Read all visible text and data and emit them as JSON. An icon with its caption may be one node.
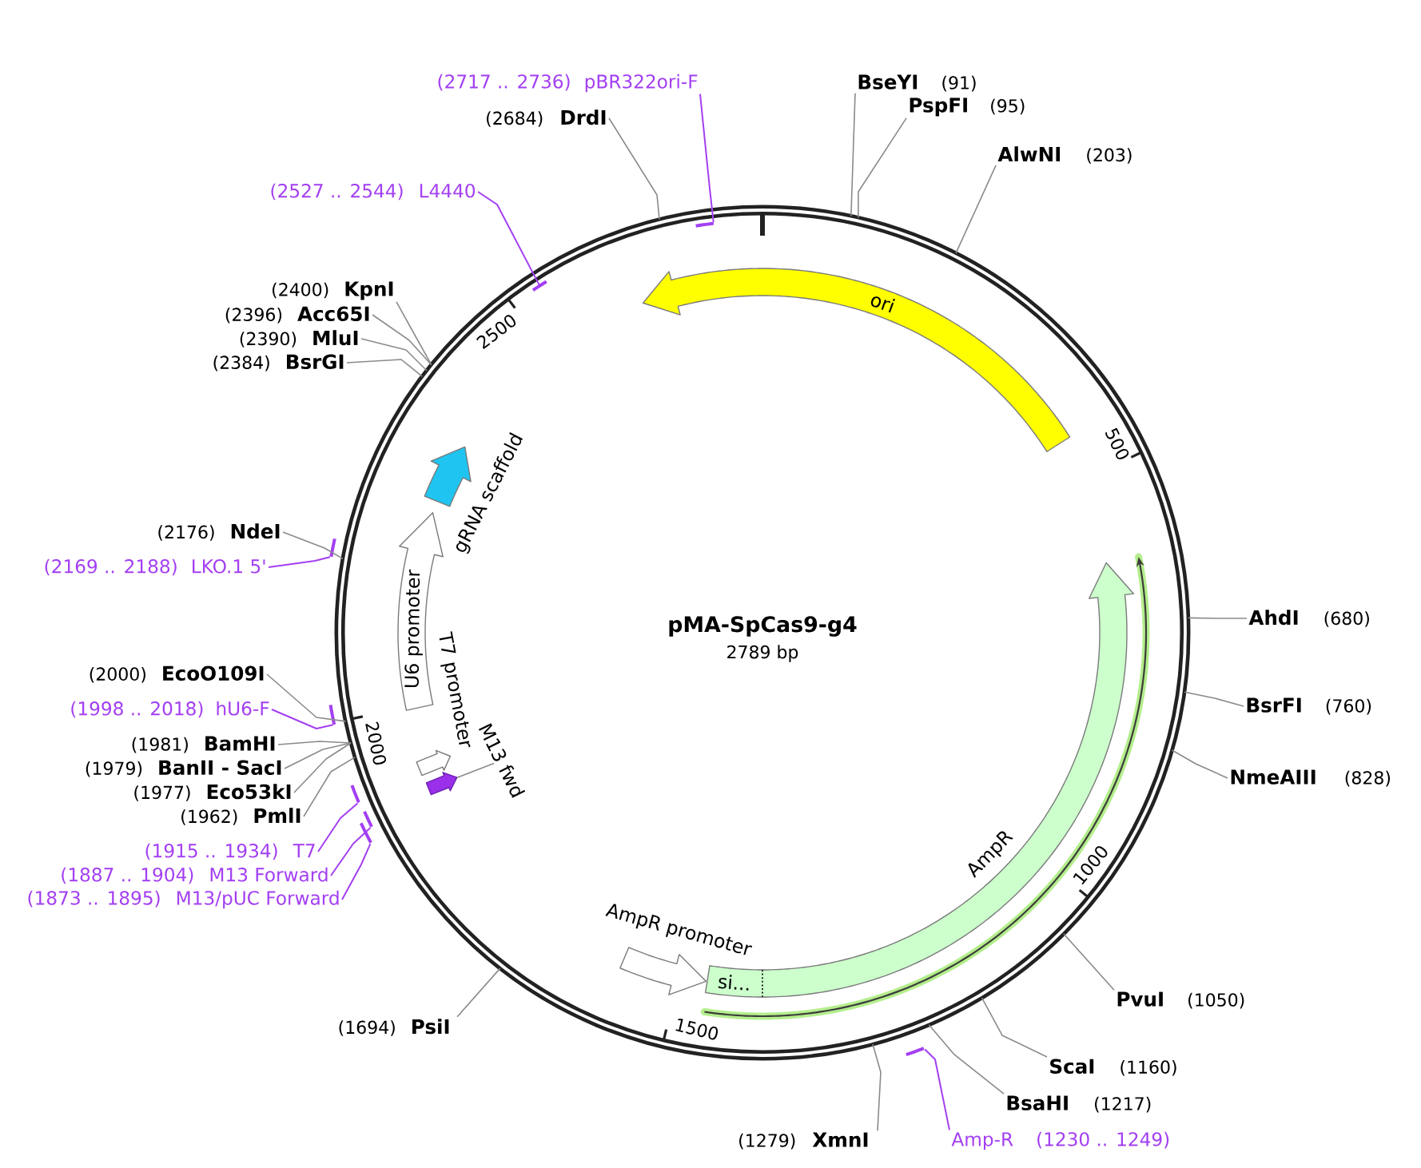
{
  "diagram": {
    "title": "pMA-SpCas9-g4",
    "nodes": [
      {
        "text": [],
        "shape": "circle"
      },
      {
        "text": [
          "ori"
        ],
        "in": 0
      },
      {
        "text": [
          "AmpR"
        ],
        "in": 0
      },
      {
        "text": [
          "si..."
        ],
        "in": 2
      },
      {
        "text": [
          "AmpR promoter"
        ],
        "in": 0
      },
      {
        "text": [
          "U6 promoter"
        ],
        "in": 0
      },
      {
        "text": [
          "gRNA scaffold"
        ],
        "in": 0
      },
      {
        "text": [
          "T7 promoter"
        ],
        "in": 0
      },
      {
        "text": [],
        "shape": "arrow",
        "in": 0
      },
      {
        "text": [
          "M13 fwd"
        ],
        "in": 0
      },
      {
        "text": [
          "BseYI",
          "(91)"
        ]
      },
      {
        "text": [
          "PspFI",
          "(95)"
        ]
      },
      {
        "text": [
          "AlwNI",
          "(203)"
        ]
      },
      {
        "text": [
          "AhdI",
          "(680)"
        ]
      },
      {
        "text": [
          "BsrFI",
          "(760)"
        ]
      },
      {
        "text": [
          "NmeAIII",
          "(828)"
        ]
      },
      {
        "text": [
          "PvuI",
          "(1050)"
        ]
      },
      {
        "text": [
          "ScaI",
          "(1160)"
        ]
      },
      {
        "text": [
          "BsaHI",
          "(1217)"
        ]
      },
      {
        "text": [
          "Amp-R",
          "(1230 .. 1249)"
        ]
      },
      {
        "text": [],
        "shape": "bar",
        "in": 0
      },
      {
        "text": [
          "(1279)",
          "XmnI"
        ]
      },
      {
        "text": [
          "(1694)",
          "PsiI"
        ]
      },
      {
        "text": [
          "(1873 .. 1895)",
          "M13/pUC Forward"
        ]
      },
      {
        "text": [],
        "shape": "bar",
        "in": 0
      },
      {
        "text": [
          "(1887 .. 1904)",
          "M13 Forward"
        ]
      },
      {
        "text": [],
        "shape": "bar"
      },
      {
        "text": [
          "(1915 .. 1934)",
          "T7"
        ]
      },
      {
        "text": [],
        "shape": "bar"
      },
      {
        "text": [
          "(1962)",
          "PmlI"
        ]
      },
      {
        "text": [
          "(1977)",
          "Eco53kI"
        ]
      },
      {
        "text": [
          "(1979)",
          "BanII - SacI"
        ]
      },
      {
        "text": [
          "(1981)",
          "BamHI"
        ]
      },
      {
        "text": [
          "(1998 .. 2018)",
          "hU6-F"
        ]
      },
      {
        "text": [],
        "shape": "bar",
        "in": 0
      },
      {
        "text": [
          "(2000)",
          "EcoO109I"
        ]
      },
      {
        "text": [
          "(2169 .. 2188)",
          "LKO.1 5'"
        ]
      },
      {
        "text": [],
        "shape": "bar",
        "in": 0
      },
      {
        "text": [
          "(2176)",
          "NdeI"
        ]
      },
      {
        "text": [
          "(2384)",
          "BsrGI"
        ]
      },
      {
        "text": [
          "(2390)",
          "MluI"
        ]
      },
      {
        "text": [
          "(2396)",
          "Acc65I"
        ]
      },
      {
        "text": [
          "(2400)",
          "KpnI"
        ]
      },
      {
        "text": [
          "(2527 .. 2544)",
          "L4440"
        ]
      },
      {
        "text": [],
        "shape": "bar",
        "in": 0
      },
      {
        "text": [
          "(2684)",
          "DrdI"
        ]
      },
      {
        "text": [
          "(2717 .. 2736)",
          "pBR322ori-F"
        ]
      },
      {
        "text": [],
        "shape": "bar",
        "in": 0
      }
    ],
    "edges": [
      {
        "from": 9,
        "to": 8,
        "arrow": "none"
      },
      {
        "from": 10,
        "to": 0,
        "arrow": "none"
      },
      {
        "from": 11,
        "to": 0,
        "arrow": "none"
      },
      {
        "from": 12,
        "to": 0,
        "arrow": "none"
      },
      {
        "from": 13,
        "to": 0,
        "arrow": "none"
      },
      {
        "from": 14,
        "to": 0,
        "arrow": "none"
      },
      {
        "from": 15,
        "to": 0,
        "arrow": "none"
      },
      {
        "from": 16,
        "to": 0,
        "arrow": "none"
      },
      {
        "from": 17,
        "to": 0,
        "arrow": "none"
      },
      {
        "from": 18,
        "to": 0,
        "arrow": "none"
      },
      {
        "from": 19,
        "to": 47,
        "arrow": "none",
        "color": "#a33ff2"
      },
      {
        "from": 21,
        "to": 0,
        "arrow": "none"
      },
      {
        "from": 22,
        "to": 0,
        "arrow": "none"
      },
      {
        "from": 23,
        "to": 44,
        "arrow": "none",
        "color": "#a33ff2"
      },
      {
        "from": 25,
        "to": 37,
        "arrow": "none",
        "color": "#a33ff2"
      },
      {
        "from": 27,
        "to": 34,
        "arrow": "none",
        "color": "#a33ff2"
      },
      {
        "from": 29,
        "to": 0,
        "arrow": "none"
      },
      {
        "from": 30,
        "to": 0,
        "arrow": "none"
      },
      {
        "from": 31,
        "to": 0,
        "arrow": "none"
      },
      {
        "from": 32,
        "to": 0,
        "arrow": "none"
      },
      {
        "from": 33,
        "to": 28,
        "arrow": "none",
        "color": "#a33ff2"
      },
      {
        "from": 35,
        "to": 0,
        "arrow": "none"
      },
      {
        "from": 36,
        "to": 26,
        "arrow": "none",
        "color": "#a33ff2"
      },
      {
        "from": 38,
        "to": 0,
        "arrow": "none"
      },
      {
        "from": 39,
        "to": 0,
        "arrow": "none"
      },
      {
        "from": 40,
        "to": 0,
        "arrow": "none"
      },
      {
        "from": 41,
        "to": 0,
        "arrow": "none"
      },
      {
        "from": 42,
        "to": 0,
        "arrow": "none"
      },
      {
        "from": 43,
        "to": 24,
        "arrow": "none",
        "color": "#a33ff2"
      },
      {
        "from": 45,
        "to": 0,
        "arrow": "none"
      },
      {
        "from": 46,
        "to": 20,
        "arrow": "none",
        "color": "#a33ff2"
      }
    ],
    "labels": [
      "2789 bp",
      "500",
      "1000",
      "1500",
      "2000",
      "2500"
    ]
  }
}
